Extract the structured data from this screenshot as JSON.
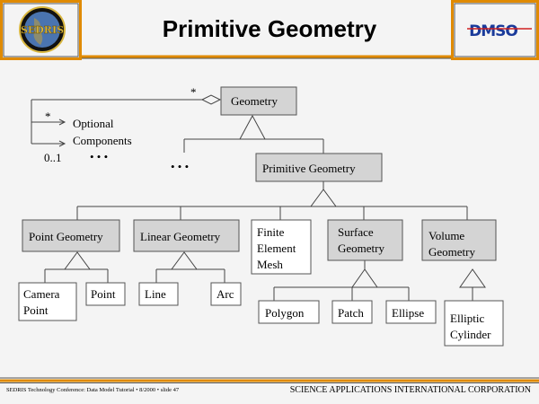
{
  "header": {
    "title": "Primitive Geometry",
    "left_logo": "SEDRIS",
    "right_logo": "DMSO",
    "accent": "#e08a00"
  },
  "legend": {
    "star1": "*",
    "star2": "*",
    "optional": "Optional",
    "components": "Components",
    "zero_one": "0..1",
    "ellipsis": "• • •"
  },
  "diagram": {
    "root": "Geometry",
    "ellipsis": "• • •",
    "primitive": "Primitive Geometry",
    "point_geometry": "Point Geometry",
    "linear_geometry": "Linear Geometry",
    "finite": [
      "Finite",
      "Element",
      "Mesh"
    ],
    "surface": [
      "Surface",
      "Geometry"
    ],
    "volume": [
      "Volume",
      "Geometry"
    ],
    "camera_point": [
      "Camera",
      "Point"
    ],
    "point": "Point",
    "line": "Line",
    "arc": "Arc",
    "polygon": "Polygon",
    "patch": "Patch",
    "ellipse": "Ellipse",
    "elliptic_cylinder": [
      "Elliptic",
      "Cylinder"
    ]
  },
  "footer": {
    "left": "SEDRIS Technology Conference: Data Model Tutorial • 8/2000 • slide 47",
    "right": "SCIENCE APPLICATIONS INTERNATIONAL CORPORATION"
  }
}
